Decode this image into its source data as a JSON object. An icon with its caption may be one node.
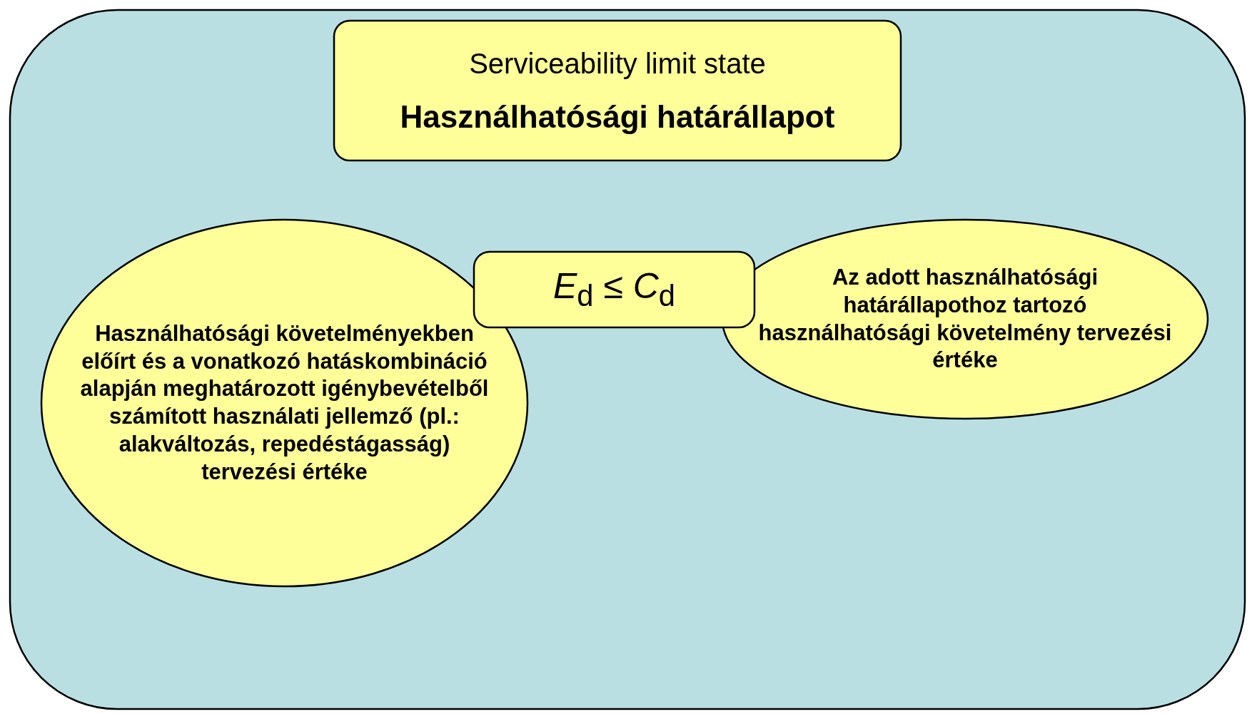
{
  "diagram": {
    "nodes": [
      {
        "text": [],
        "shape": "box"
      },
      {
        "text": [
          "Serviceability limit state",
          "Használhatósági határállapot"
        ],
        "in": 0
      },
      {
        "text": [
          "Használhatósági követelményekben előírt és a vonatkozó hatáskombináció alapján meghatározott igénybevételből számított használati jellemző (pl.: alakváltozás, repedéstágasság) tervezési értéke"
        ],
        "in": 0
      },
      {
        "text": [
          "*E*$_{d}$ ≤ *C*$_{d}$"
        ],
        "in": 0
      },
      {
        "text": [
          "Az adott használhatósági határállapothoz tartozó használhatósági követelmény tervezési értéke"
        ],
        "in": 0
      }
    ]
  }
}
